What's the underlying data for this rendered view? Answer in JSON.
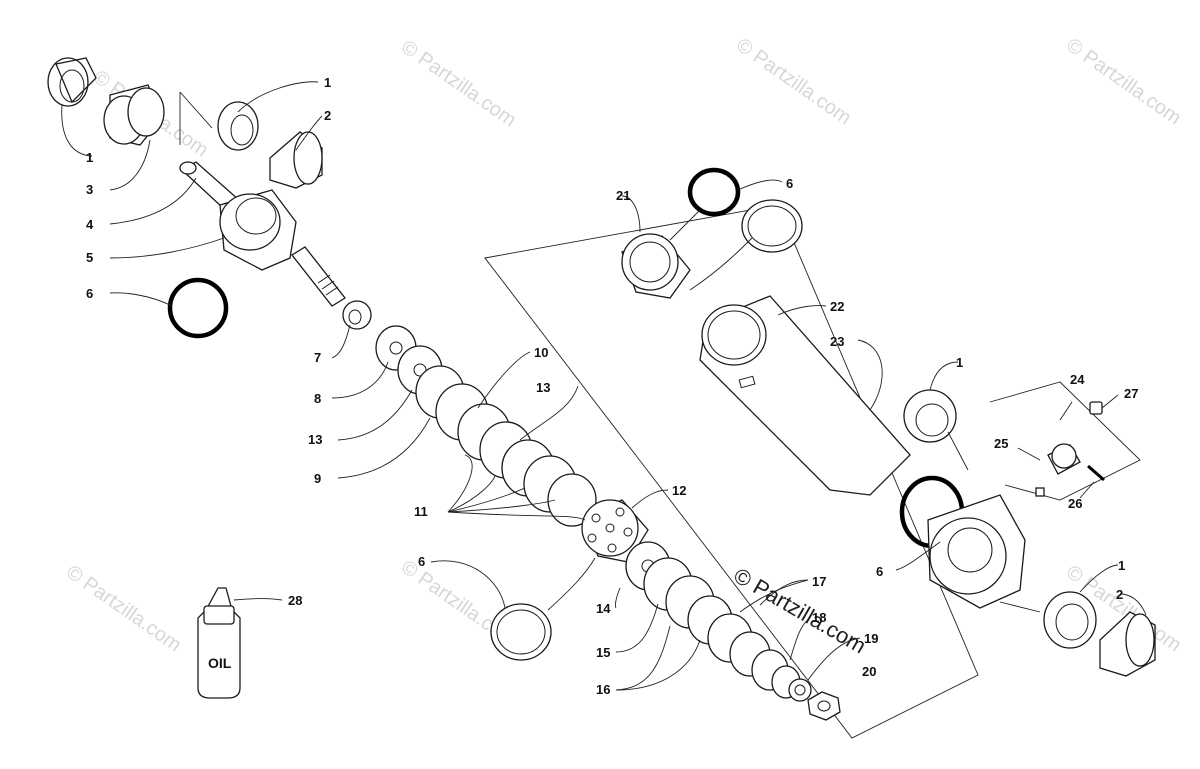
{
  "watermark": {
    "text": "© Partzilla.com",
    "center_text": "© Partzilla.com"
  },
  "bottle": {
    "label": "OIL"
  },
  "callouts": {
    "c1a": "1",
    "c1b": "1",
    "c1c": "1",
    "c1d": "1",
    "c2a": "2",
    "c2b": "2",
    "c3": "3",
    "c4": "4",
    "c5": "5",
    "c6a": "6",
    "c6b": "6",
    "c6c": "6",
    "c6d": "6",
    "c7": "7",
    "c8": "8",
    "c9": "9",
    "c10": "10",
    "c11": "11",
    "c12": "12",
    "c13a": "13",
    "c13b": "13",
    "c14": "14",
    "c15": "15",
    "c16": "16",
    "c17": "17",
    "c18": "18",
    "c19": "19",
    "c20": "20",
    "c21": "21",
    "c22": "22",
    "c23": "23",
    "c24": "24",
    "c25": "25",
    "c26": "26",
    "c27": "27",
    "c28": "28"
  },
  "colors": {
    "line": "#1a1a1a",
    "watermark": "#d7d7d7",
    "background": "#ffffff"
  }
}
